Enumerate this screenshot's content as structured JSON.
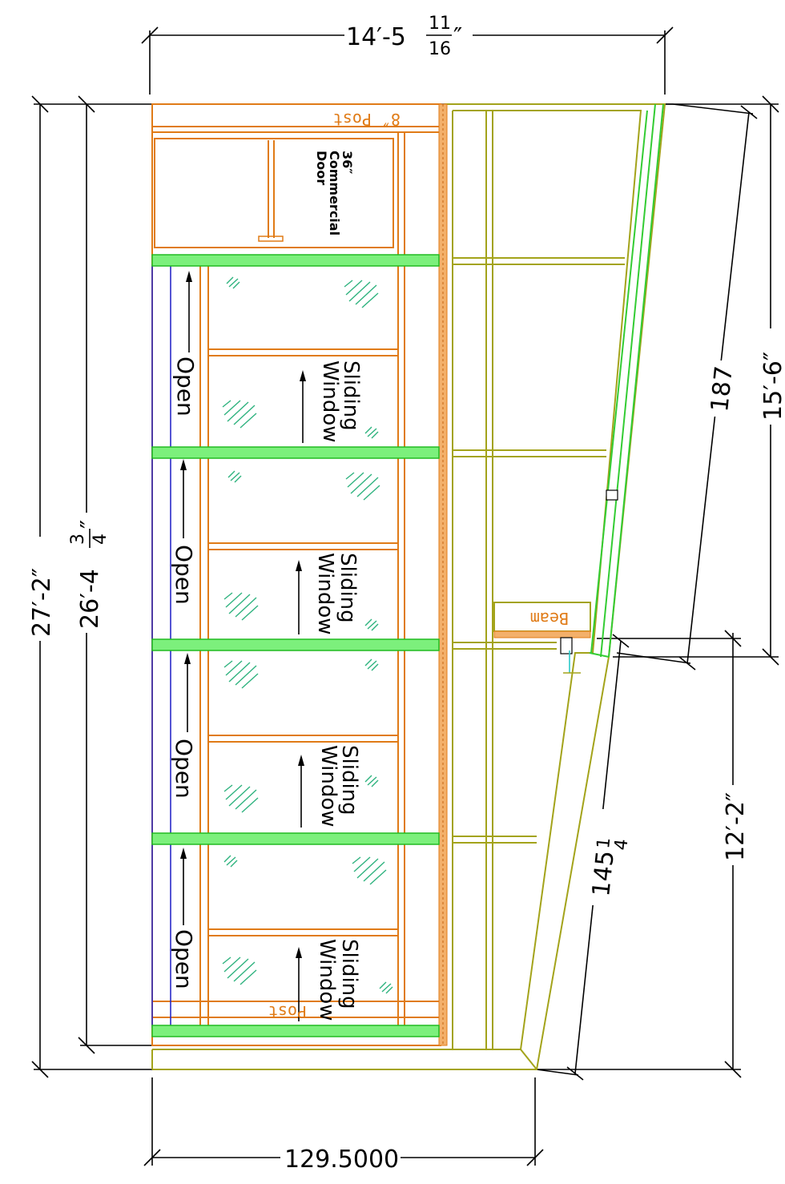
{
  "dimensions": {
    "top_width": "14′-5",
    "top_frac_num": "11",
    "top_frac_den": "16",
    "top_inch": "″",
    "overall_height": "27′-2″",
    "inner_height": "26′-4",
    "inner_frac_num": "3",
    "inner_frac_den": "4",
    "inner_inch": "″",
    "right_upper": "15′-6″",
    "diag_upper": "187",
    "diag_lower_whole": "145",
    "diag_lower_num": "1",
    "diag_lower_den": "4",
    "right_lower": "12′-2″",
    "bottom_width": "129.5000"
  },
  "labels": {
    "post_top": "8″ Post",
    "door_line1": "36″",
    "door_line2": "Commercial",
    "door_line3": "Door",
    "window_line1": "Sliding",
    "window_line2": "Window",
    "open_label": "Open",
    "beam": "Beam",
    "post_bottom": "Post"
  },
  "colors": {
    "frame": "#e07b17",
    "structure": "#a3a31a",
    "glazing": "#33cc33",
    "track": "#2a2ac8",
    "glass_hatch": "#2fb37f"
  }
}
